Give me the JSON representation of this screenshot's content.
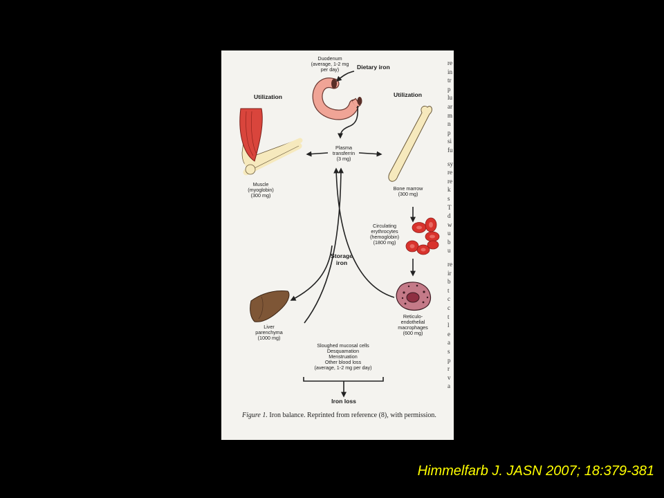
{
  "figure": {
    "duodenum": "Duodenum\n(average, 1-2 mg\nper day)",
    "dietary_iron": "Dietary iron",
    "utilization_left": "Utilization",
    "utilization_right": "Utilization",
    "plasma": "Plasma\ntransferrin\n(3 mg)",
    "muscle": "Muscle\n(myoglobin)\n(300 mg)",
    "bone_marrow": "Bone marrow\n(300 mg)",
    "erythrocytes": "Circulating\nerythrocytes\n(hemoglobin)\n(1800 mg)",
    "storage_iron": "Storage\niron",
    "liver": "Liver\nparenchyma\n(1000 mg)",
    "macrophages": "Reticulo-\nendothelial\nmacrophages\n(600 mg)",
    "losses": "Sloughed mucosal cells\nDesquamation\nMenstruation\nOther blood loss\n(average, 1-2 mg per day)",
    "iron_loss": "Iron loss",
    "caption_label": "Figure 1.",
    "caption_text": " Iron balance. Reprinted from reference (8), with permission."
  },
  "margin_text": [
    "re",
    "in",
    "tr",
    "p",
    "lu",
    "ar",
    "m",
    "n",
    "p",
    "si",
    "fu",
    "",
    "sy",
    "re",
    "re",
    "k",
    "s",
    "T",
    "d",
    "w",
    "u",
    "b",
    "u",
    "",
    "re",
    "ir",
    "b",
    "t",
    "c",
    "c",
    "t",
    "l",
    "e",
    "a",
    "s",
    "p",
    "r",
    "v",
    "a"
  ],
  "citation": "Himmelfarb J. JASN 2007; 18:379-381",
  "colors": {
    "background": "#000000",
    "page": "#f4f3ef",
    "citation": "#ffff00",
    "duodenum_fill": "#f0a496",
    "muscle_fill": "#d9453c",
    "bone_fill": "#f6e9bd",
    "erythrocyte_fill": "#d8332d",
    "liver_fill": "#7e5636",
    "macrophage_fill": "#c47a88",
    "arrow": "#222222"
  }
}
